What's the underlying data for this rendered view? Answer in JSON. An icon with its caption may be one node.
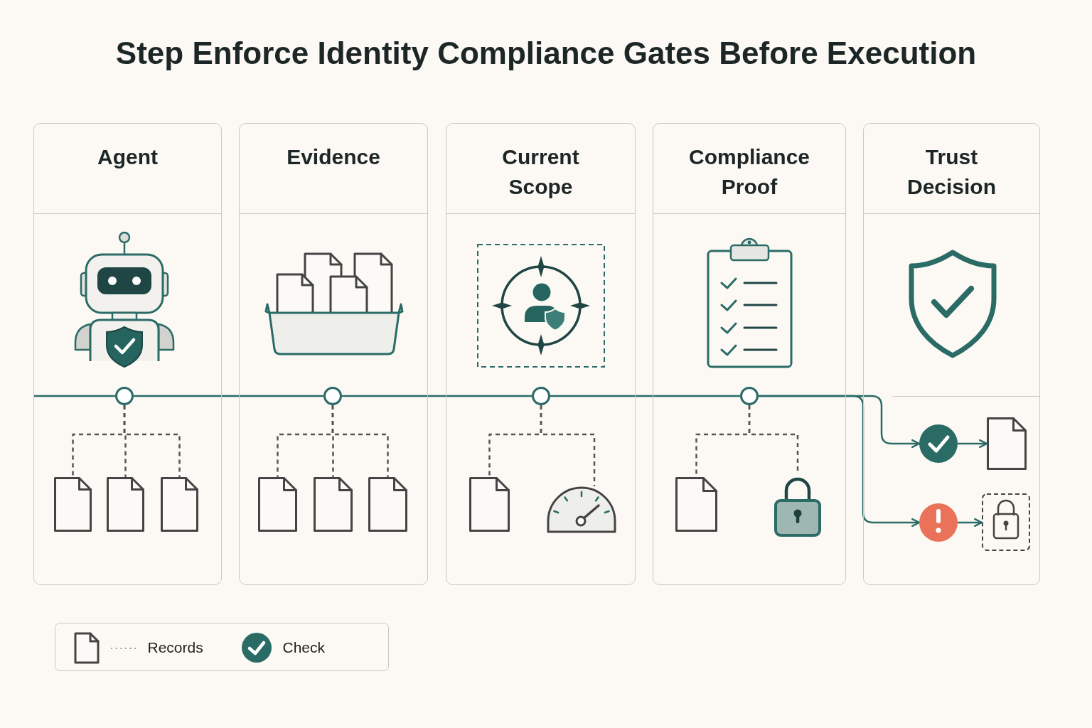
{
  "diagram": {
    "title": "Step Enforce Identity Compliance Gates Before Execution",
    "nodes": [
      {
        "text": [
          "Agent"
        ]
      },
      {
        "text": [],
        "shape": "circle",
        "in": 0
      },
      {
        "text": [],
        "shape": "document",
        "in": 0
      },
      {
        "text": [],
        "shape": "document",
        "in": 0
      },
      {
        "text": [],
        "shape": "document",
        "in": 0
      },
      {
        "text": [
          "Evidence"
        ]
      },
      {
        "text": [],
        "shape": "circle",
        "in": 5
      },
      {
        "text": [],
        "shape": "document",
        "in": 5
      },
      {
        "text": [],
        "shape": "document",
        "in": 5
      },
      {
        "text": [],
        "shape": "document",
        "in": 5
      },
      {
        "text": [
          "Current Scope"
        ]
      },
      {
        "text": [],
        "shape": "circle",
        "in": 10
      },
      {
        "text": [],
        "shape": "document",
        "in": 10
      },
      {
        "text": [],
        "shape": "picture",
        "in": 10
      },
      {
        "text": [
          "Compliance Proof"
        ]
      },
      {
        "text": [],
        "shape": "circle",
        "in": 14
      },
      {
        "text": [],
        "shape": "document",
        "in": 14
      },
      {
        "text": [],
        "shape": "picture",
        "in": 14
      },
      {
        "text": [
          "Trust Decision"
        ]
      },
      {
        "text": [],
        "shape": "circle",
        "in": 18
      },
      {
        "text": [],
        "shape": "document",
        "in": 18
      },
      {
        "text": [],
        "shape": "circle",
        "in": 18
      },
      {
        "text": [],
        "shape": "box",
        "in": 18
      }
    ],
    "edges": [
      {
        "from": null,
        "to": 1,
        "arrow": "none",
        "color": "#2a6b66"
      },
      {
        "from": 1,
        "to": 6,
        "arrow": "none",
        "color": "#2a6b66"
      },
      {
        "from": 6,
        "to": 11,
        "arrow": "none",
        "color": "#2a6b66"
      },
      {
        "from": 11,
        "to": 15,
        "arrow": "none",
        "color": "#2a6b66"
      },
      {
        "from": 15,
        "to": 19,
        "arrow": "to",
        "color": "#2a6b66"
      },
      {
        "from": 15,
        "to": 21,
        "arrow": "to",
        "color": "#2a6b66"
      },
      {
        "from": 19,
        "to": 20,
        "arrow": "to",
        "color": "#2a6b66"
      },
      {
        "from": 21,
        "to": 22,
        "arrow": "to",
        "color": "#2a6b66"
      },
      {
        "from": 1,
        "to": 2,
        "arrow": "none",
        "style": "dashed"
      },
      {
        "from": 1,
        "to": 3,
        "arrow": "none",
        "style": "dashed"
      },
      {
        "from": 1,
        "to": 4,
        "arrow": "none",
        "style": "dashed"
      },
      {
        "from": 6,
        "to": 7,
        "arrow": "none",
        "style": "dashed"
      },
      {
        "from": 6,
        "to": 8,
        "arrow": "none",
        "style": "dashed"
      },
      {
        "from": 6,
        "to": 9,
        "arrow": "none",
        "style": "dashed"
      },
      {
        "from": 11,
        "to": 12,
        "arrow": "none",
        "style": "dashed"
      },
      {
        "from": 11,
        "to": 13,
        "arrow": "none",
        "style": "dashed"
      },
      {
        "from": 15,
        "to": 16,
        "arrow": "none",
        "style": "dashed"
      },
      {
        "from": 15,
        "to": 17,
        "arrow": "none",
        "style": "dashed"
      }
    ],
    "legend": [
      {
        "text": "Records"
      },
      {
        "text": "Check"
      }
    ]
  }
}
